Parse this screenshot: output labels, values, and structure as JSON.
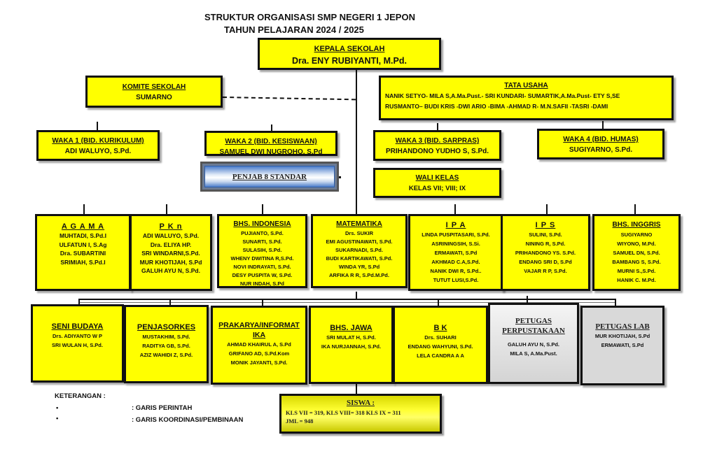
{
  "title": {
    "line1": "STRUKTUR ORGANISASI SMP NEGERI 1 JEPON",
    "line2": "TAHUN PELAJARAN 2024 / 2025"
  },
  "kepala": {
    "heading": "KEPALA SEKOLAH",
    "name": "Dra. ENY RUBIYANTI, M.Pd."
  },
  "komite": {
    "heading": "KOMITE SEKOLAH",
    "name": "SUMARNO"
  },
  "tata_usaha": {
    "heading": "TATA USAHA",
    "lines": [
      "NANIK SETYO- MILA S,A.Ma.Pust.- SRI KUNDARI- SUMARTIK,A.Ma.Pust- ETY S,SE",
      "RUSMANTO– BUDI KRIS -DWI ARIO -BIMA -AHMAD R- M.N.SAFII -TASRI -DAMI"
    ]
  },
  "waka": [
    {
      "heading": "WAKA 1 (BID. KURIKULUM)",
      "name": "ADI WALUYO, S.Pd."
    },
    {
      "heading": "WAKA 2 (BID. KESISWAAN)",
      "name": "SAMUEL DWI NUGROHO, S.Pd"
    },
    {
      "heading": "WAKA 3 (BID. SARPRAS)",
      "name": "PRIHANDONO YUDHO S, S.Pd."
    },
    {
      "heading": "WAKA 4 (BID. HUMAS)",
      "name": "SUGIYARNO, S.Pd."
    }
  ],
  "wali_kelas": {
    "heading": "WALI KELAS",
    "name": "KELAS VII; VIII; IX"
  },
  "penjab": {
    "label": "PENJAB 8 STANDAR"
  },
  "subjects_row1": [
    {
      "heading": "A G A M A",
      "members": [
        "MUHTADI, S.Pd.I",
        "ULFATUN I, S.Ag",
        "Dra. SUBARTINI",
        "SRIMIAH, S.Pd.I"
      ]
    },
    {
      "heading": "P  K n",
      "members": [
        "ADI WALUYO, S.Pd.",
        "Dra. ELIYA HP.",
        "SRI WINDARNI,S.Pd.",
        "MUR KHOTIJAH, S.Pd",
        "GALUH AYU N, S.Pd."
      ]
    },
    {
      "heading": "BHS. INDONESIA",
      "members": [
        "PUJIANTO, S.Pd.",
        "SUNARTI, S.Pd.",
        "SULASIH, S.Pd.",
        "WHENY DWITINA R,S.Pd.",
        "NOVI INDRAYATI, S.Pd.",
        "DESY PUSPITA W, S.Pd.",
        "NUR INDAH, S.Pd"
      ]
    },
    {
      "heading": "MATEMATIKA",
      "members": [
        "Drs. SUKIR",
        "EMI AGUSTINAWATI, S.Pd.",
        "SUKARNADI, S.Pd.",
        "BUDI KARTIKAWATI, S.Pd.",
        "WINDA YR, S.Pd",
        "ARFIKA R R, S.Pd.M.Pd."
      ]
    },
    {
      "heading": "I P A",
      "members": [
        "LINDA PUSPITASARI, S.Pd.",
        "ASRININGSIH, S.Si.",
        "ERMAWATI, S.Pd",
        "AKHMAD C.A,S.Pd.",
        "NANIK DWI R, S.Pd..",
        "TUTUT LUSI,S.Pd."
      ]
    },
    {
      "heading": "I P S",
      "members": [
        "SULINI, S.Pd.",
        "NINING R, S.Pd.",
        "PRIHANDONO YS. S.Pd.",
        "ENDANG SRI D, S.Pd",
        "VAJAR R P, S.Pd."
      ]
    },
    {
      "heading": "BHS. INGGRIS",
      "members": [
        "SUGIYARNO",
        "WIYONO, M.Pd.",
        "SAMUEL DN, S.Pd.",
        "BAMBANG S, S.Pd.",
        "MURNI S.,S.Pd.",
        "HANIK C. M.Pd."
      ]
    }
  ],
  "subjects_row2": [
    {
      "heading": "SENI BUDAYA",
      "members": [
        "Drs. ADIYANTO W P",
        "SRI WULAN H, S.Pd."
      ]
    },
    {
      "heading": "PENJASORKES",
      "members": [
        "MUSTAKHIM, S.Pd.",
        "RADITYA GB, S.Pd.",
        "AZIZ WAHIDI Z, S.Pd."
      ]
    },
    {
      "heading": "PRAKARYA/INFORMAT",
      "heading2": "IKA",
      "members": [
        "AHMAD KHAIRUL A, S.Pd",
        "GRIFANO AD, S.Pd.Kom",
        "MONIK JAYANTI, S.Pd."
      ]
    },
    {
      "heading": "BHS. JAWA",
      "members": [
        "SRI MULAT H, S.Pd.",
        "IKA NURJANNAH, S.Pd."
      ]
    },
    {
      "heading": "B  K",
      "members": [
        "Drs. SUHARI",
        "ENDANG WAHYUNI, S.Pd.",
        "LELA CANDRA A A"
      ]
    }
  ],
  "petugas": [
    {
      "heading": "PETUGAS",
      "heading2": "PERPUSTAKAAN",
      "members": [
        "GALUH AYU N, S.Pd.",
        "MILA S, A.Ma.Pust."
      ]
    },
    {
      "heading": "PETUGAS LAB",
      "members": [
        "MUR KHOTIJAH, S.Pd",
        "ERMAWATI, S.Pd"
      ]
    }
  ],
  "siswa": {
    "heading": "SISWA :",
    "line1": "KLS VII = 319,  KLS VIII= 318  KLS IX  = 311",
    "line2": "JML  = 948",
    "kls_vii": 319,
    "kls_viii": 318,
    "kls_ix": 311,
    "total": 948
  },
  "legend": {
    "title": "KETERANGAN :",
    "bullet": "•",
    "items": [
      ": GARIS PERINTAH",
      ": GARIS KOORDINASI/PEMBINAAN"
    ]
  },
  "colors": {
    "box_fill": "#ffff00",
    "border": "#111111",
    "grey_box": "#d9d9d9",
    "penjab_blue": "#4d7ecb"
  }
}
